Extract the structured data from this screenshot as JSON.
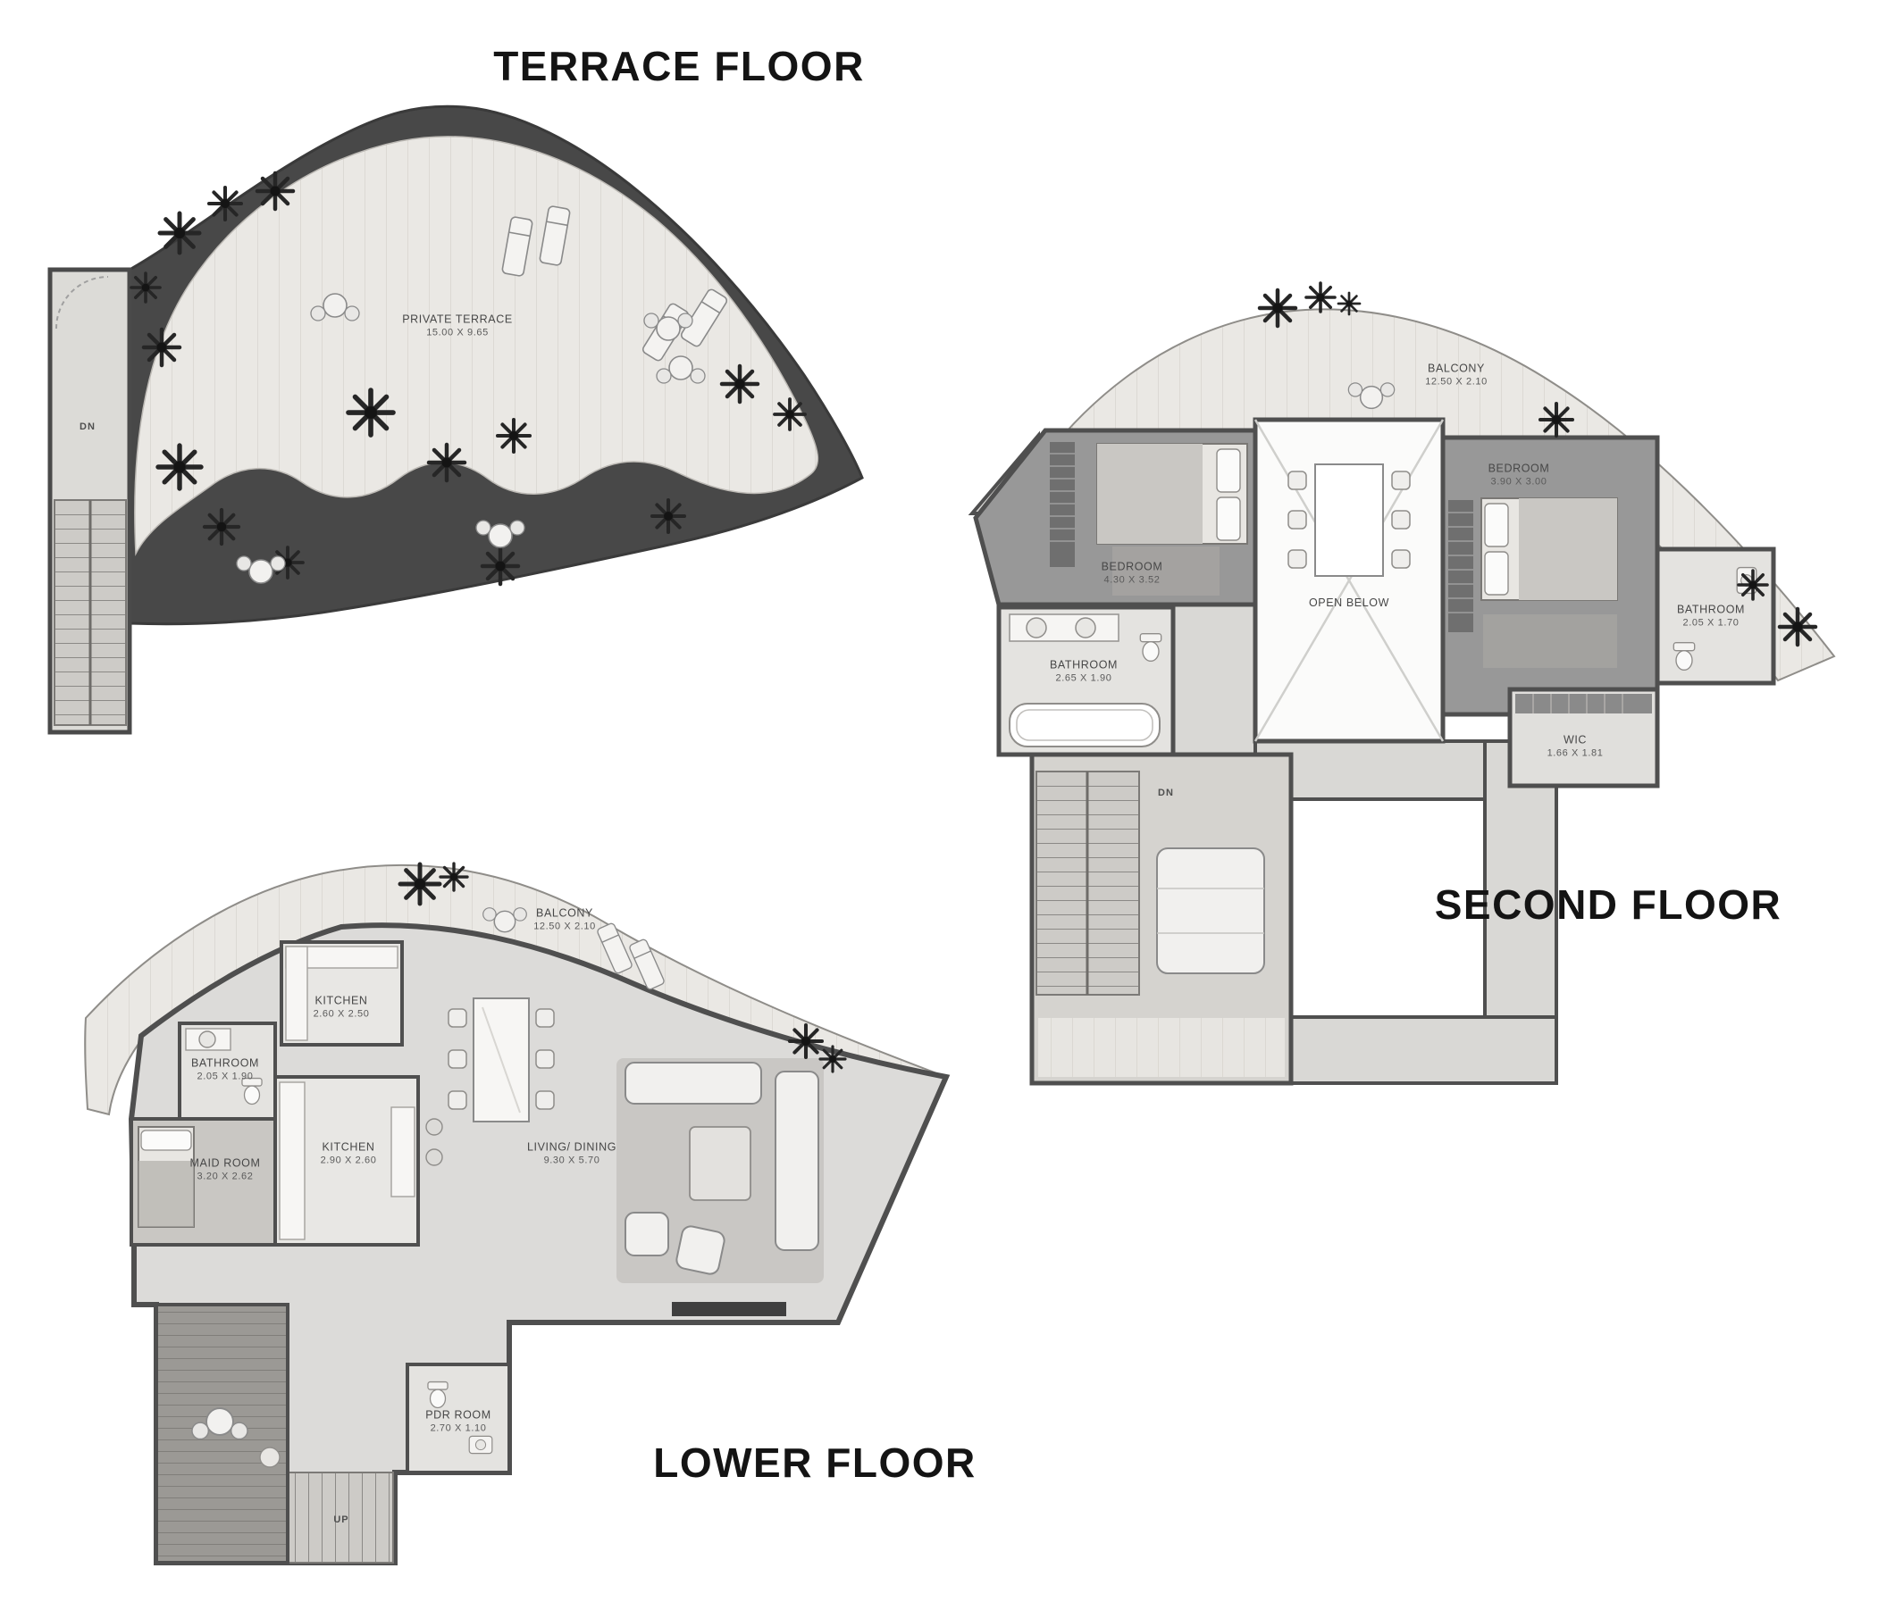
{
  "titles": {
    "terrace": "TERRACE FLOOR",
    "second": "SECOND FLOOR",
    "lower": "LOWER FLOOR"
  },
  "terrace": {
    "rooms": [
      {
        "name": "PRIVATE TERRACE",
        "dims": "15.00 X 9.65"
      }
    ],
    "stairs_label": "DN"
  },
  "second": {
    "rooms": [
      {
        "name": "BALCONY",
        "dims": "12.50 X 2.10"
      },
      {
        "name": "BEDROOM",
        "dims": "4.30 X 3.52"
      },
      {
        "name": "BEDROOM",
        "dims": "3.90 X 3.00"
      },
      {
        "name": "OPEN BELOW",
        "dims": ""
      },
      {
        "name": "BATHROOM",
        "dims": "2.65 X 1.90"
      },
      {
        "name": "BATHROOM",
        "dims": "2.05 X 1.70"
      },
      {
        "name": "WIC",
        "dims": "1.66 X 1.81"
      }
    ],
    "stairs_label": "DN"
  },
  "lower": {
    "rooms": [
      {
        "name": "BALCONY",
        "dims": "12.50 X 2.10"
      },
      {
        "name": "KITCHEN",
        "dims": "2.60 X 2.50"
      },
      {
        "name": "BATHROOM",
        "dims": "2.05 X 1.90"
      },
      {
        "name": "MAID ROOM",
        "dims": "3.20 X 2.62"
      },
      {
        "name": "KITCHEN",
        "dims": "2.90 X 2.60"
      },
      {
        "name": "LIVING/ DINING",
        "dims": "9.30 X 5.70"
      },
      {
        "name": "PDR ROOM",
        "dims": "2.70 X 1.10"
      }
    ],
    "stairs_label": "UP"
  },
  "colors": {
    "wall": "#4f4f4f",
    "planting_dark": "#484848",
    "deck_light": "#eae8e4",
    "floor_light": "#dcdbd9",
    "floor_dark": "#989898",
    "title_text": "#141414"
  }
}
